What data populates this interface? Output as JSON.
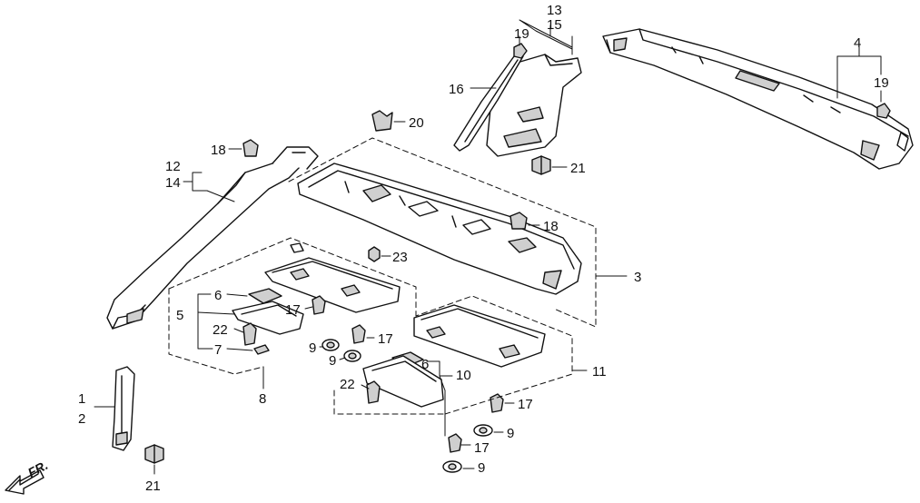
{
  "parts": {
    "p1": "1",
    "p2": "2",
    "p3": "3",
    "p4": "4",
    "p5": "5",
    "p6a": "6",
    "p6b": "6",
    "p7": "7",
    "p8": "8",
    "p9a": "9",
    "p9b": "9",
    "p9c": "9",
    "p9d": "9",
    "p10": "10",
    "p11": "11",
    "p12": "12",
    "p13": "13",
    "p14": "14",
    "p15": "15",
    "p16": "16",
    "p17a": "17",
    "p17b": "17",
    "p17c": "17",
    "p17d": "17",
    "p18a": "18",
    "p18b": "18",
    "p19a": "19",
    "p19b": "19",
    "p20": "20",
    "p21a": "21",
    "p21b": "21",
    "p22a": "22",
    "p22b": "22",
    "p23": "23"
  },
  "direction_marker": {
    "label": "FR."
  },
  "colors": {
    "line": "#111111",
    "part_fill": "#ffffff",
    "shade": "#cfcfcf"
  }
}
